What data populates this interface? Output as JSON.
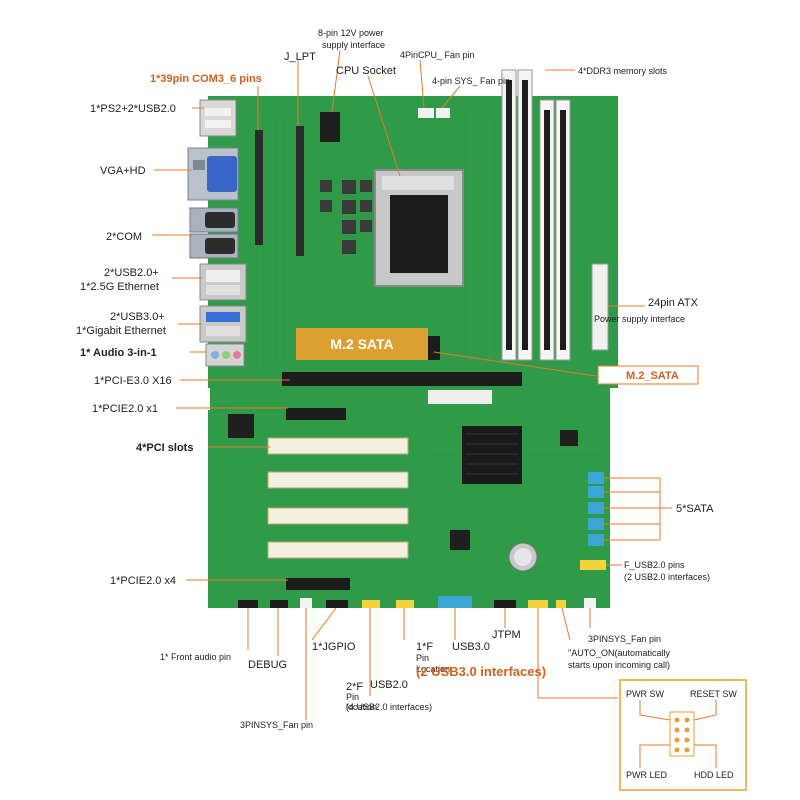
{
  "colors": {
    "pcb": "#2f9a47",
    "pcb_dark": "#217a36",
    "leader": "#e8782a",
    "accent_orange": "#d0621c",
    "m2_banner": "#f0a030",
    "sata_port": "#3aa7d4"
  },
  "labels": {
    "eight_pin_l1": "8-pin 12V power",
    "eight_pin_l2": "supply interface",
    "j_lpt": "J_LPT",
    "cpu_socket": "CPU Socket",
    "cpu_fan": "4PinCPU_ Fan pin",
    "sys_fan4": "4-pin SYS_ Fan pin",
    "ddr3": "4*DDR3 memory slots",
    "com3_6": "1*39pin COM3_6 pins",
    "ps2_usb": "1*PS2+2*USB2.0",
    "vga_hd": "VGA+HD",
    "two_com": "2*COM",
    "usb20_eth_l1": "2*USB2.0+",
    "usb20_eth_l2": "1*2.5G Ethernet",
    "usb30_eth_l1": "2*USB3.0+",
    "usb30_eth_l2": "1*Gigabit Ethernet",
    "audio": "1* Audio 3-in-1",
    "atx_l1": "24pin ATX",
    "atx_l2": "Power supply interface",
    "m2_sata_board": "M.2 SATA",
    "m2_sata_tag": "M.2_SATA",
    "pcie_x16": "1*PCI-E3.0 X16",
    "pcie_x1": "1*PCIE2.0 x1",
    "pci_slots": "4*PCI slots",
    "sata": "5*SATA",
    "f_usb_l1": "F_USB2.0 pins",
    "f_usb_l2": "(2 USB2.0 interfaces)",
    "pcie_x4": "1*PCIE2.0 x4",
    "front_audio": "1* Front audio pin",
    "debug": "DEBUG",
    "jgpio": "1*JGPIO",
    "f_usb30_a": "1*F",
    "f_usb30_b": "Pin",
    "f_usb30_c": "Location",
    "usb30": "USB3.0",
    "usb30_ifaces": "(2 USB3.0 interfaces)",
    "jtpm": "JTPM",
    "sys_fan3_right": "3PINSYS_Fan pin",
    "auto_on_l1": "\"AUTO_ON(automatically",
    "auto_on_l2": "starts upon incoming call)",
    "f_usb20_a": "2*F",
    "f_usb20_b": "Pin",
    "f_usb20_c": "location",
    "usb20": "USB2.0",
    "usb20_ifaces": "(4 USB2.0 interfaces)",
    "sys_fan3_bottom": "3PINSYS_Fan pin",
    "pwr_sw": "PWR SW",
    "reset_sw": "RESET SW",
    "pwr_led": "PWR LED",
    "hdd_led": "HDD LED"
  }
}
